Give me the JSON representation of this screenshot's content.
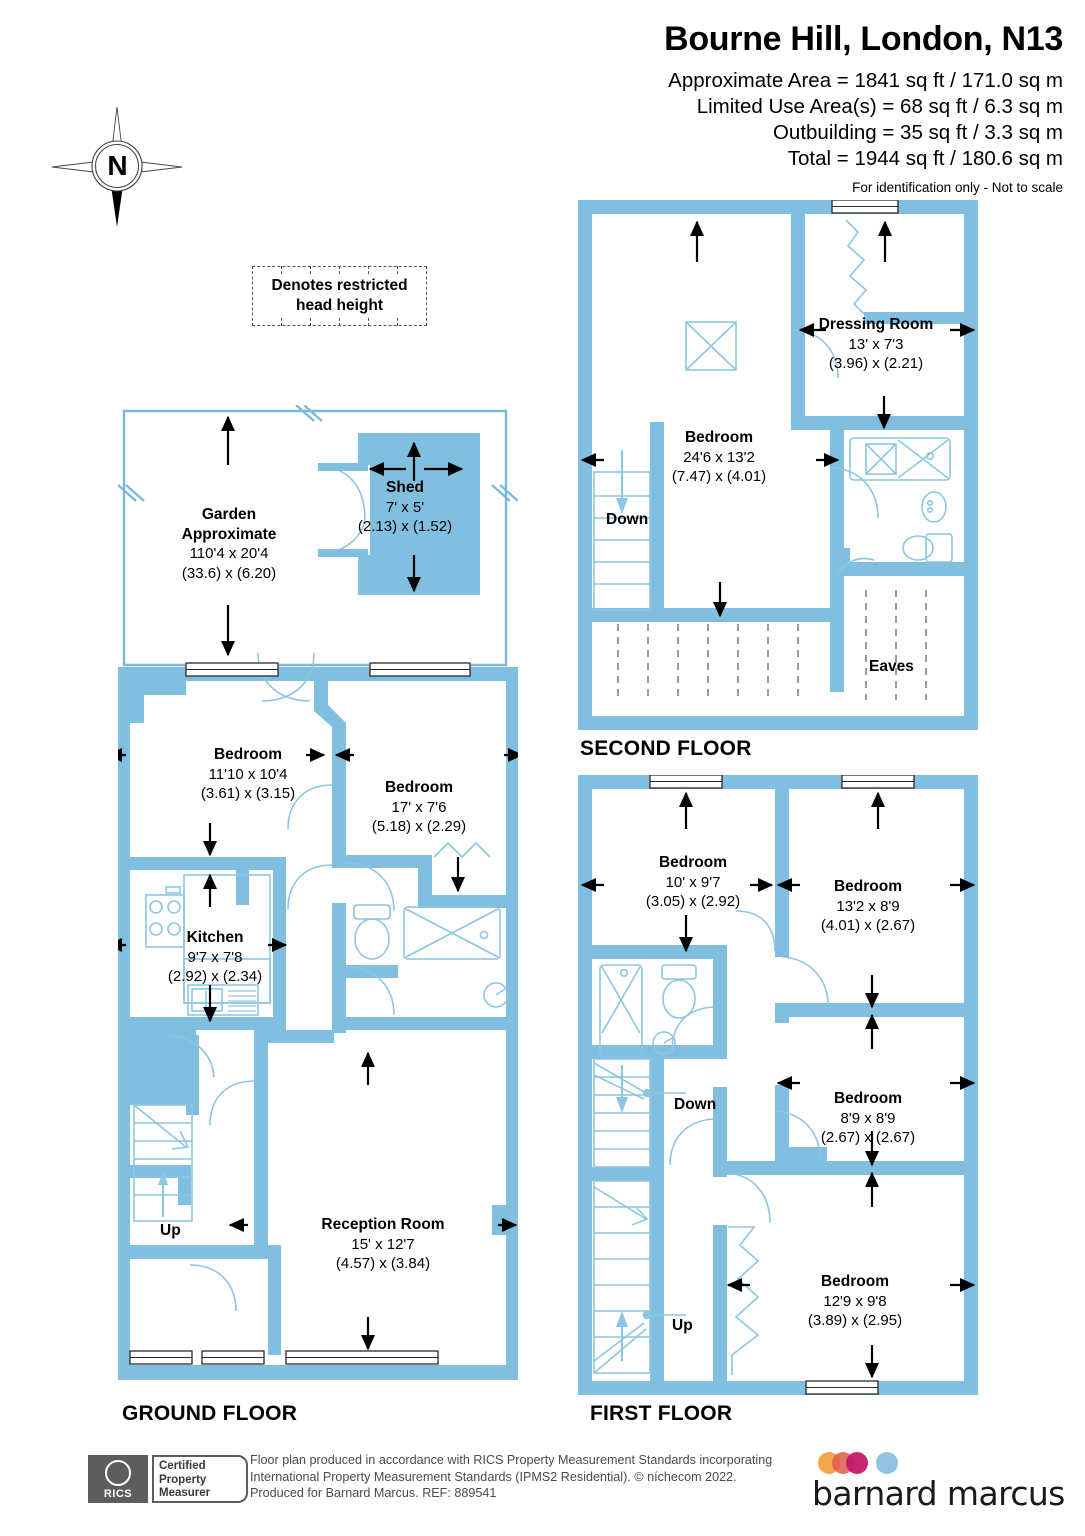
{
  "header": {
    "title": "Bourne Hill, London, N13",
    "lines": [
      "Approximate Area = 1841 sq ft / 171.0 sq m",
      "Limited Use Area(s) = 68 sq ft / 6.3 sq m",
      "Outbuilding = 35 sq ft / 3.3 sq m",
      "Total = 1944 sq ft / 180.6 sq m"
    ],
    "note": "For identification only - Not to scale"
  },
  "compass": {
    "north_label": "N"
  },
  "legend": {
    "text_line1": "Denotes restricted",
    "text_line2": "head height"
  },
  "floors": {
    "ground": {
      "label": "GROUND FLOOR",
      "rooms": [
        {
          "name": "Garden\nApproximate",
          "imperial": "110'4 x 20'4",
          "metric": "(33.6) x (6.20)"
        },
        {
          "name": "Shed",
          "imperial": "7' x 5'",
          "metric": "(2.13) x (1.52)"
        },
        {
          "name": "Bedroom",
          "imperial": "11'10 x 10'4",
          "metric": "(3.61) x (3.15)"
        },
        {
          "name": "Bedroom",
          "imperial": "17' x 7'6",
          "metric": "(5.18) x (2.29)"
        },
        {
          "name": "Kitchen",
          "imperial": "9'7 x 7'8",
          "metric": "(2.92) x (2.34)"
        },
        {
          "name": "Reception Room",
          "imperial": "15' x 12'7",
          "metric": "(4.57) x (3.84)"
        }
      ],
      "markers": [
        {
          "label": "Up"
        }
      ]
    },
    "first": {
      "label": "FIRST FLOOR",
      "rooms": [
        {
          "name": "Bedroom",
          "imperial": "10' x 9'7",
          "metric": "(3.05) x (2.92)"
        },
        {
          "name": "Bedroom",
          "imperial": "13'2 x 8'9",
          "metric": "(4.01) x (2.67)"
        },
        {
          "name": "Bedroom",
          "imperial": "8'9 x 8'9",
          "metric": "(2.67) x (2.67)"
        },
        {
          "name": "Bedroom",
          "imperial": "12'9 x 9'8",
          "metric": "(3.89) x (2.95)"
        }
      ],
      "markers": [
        {
          "label": "Down"
        },
        {
          "label": "Up"
        }
      ]
    },
    "second": {
      "label": "SECOND FLOOR",
      "rooms": [
        {
          "name": "Bedroom",
          "imperial": "24'6 x 13'2",
          "metric": "(7.47) x (4.01)"
        },
        {
          "name": "Dressing Room",
          "imperial": "13' x 7'3",
          "metric": "(3.96) x (2.21)"
        }
      ],
      "markers": [
        {
          "label": "Down"
        },
        {
          "label": "Eaves"
        }
      ]
    }
  },
  "footer": {
    "rics_badge": {
      "brand": "RICS",
      "line1": "Certified",
      "line2": "Property",
      "line3": "Measurer"
    },
    "text_line1": "Floor plan produced in accordance with RICS Property Measurement Standards incorporating",
    "text_line2": "International Property Measurement Standards (IPMS2 Residential).   © níchecom 2022.",
    "text_line3": "Produced for Barnard Marcus.   REF: 889541",
    "agent": "barnard marcus"
  },
  "colors": {
    "wall": "#81bfe0",
    "wall_line": "#7ab8dc",
    "fixture": "#8cc6e4",
    "text": "#000000",
    "footer_text": "#4a4a4a",
    "dot_orange": "#f2a03c",
    "dot_red": "#e05a4e",
    "dot_magenta": "#c4186a",
    "dot_blue": "#8fc3df"
  }
}
